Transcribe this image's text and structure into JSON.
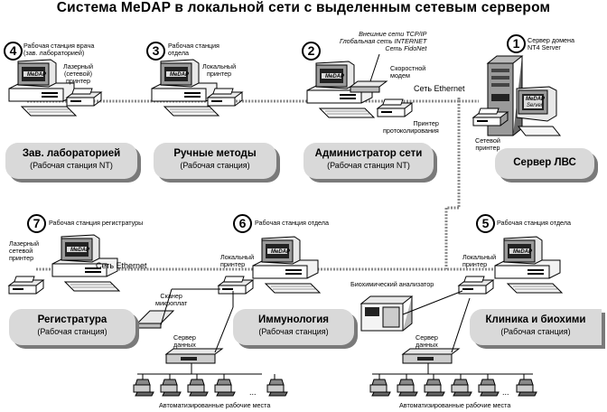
{
  "title": "Система MeDAP в локальной сети с выделенным сетевым сервером",
  "stations": [
    {
      "num": "4",
      "label": "Рабочая станция врача\n(зав. лабораторией)",
      "card_title": "Зав. лабораторией",
      "card_sub": "(Рабочая станция NT)"
    },
    {
      "num": "3",
      "label": "Рабочая станция\nотдела",
      "card_title": "Ручные методы",
      "card_sub": "(Рабочая станция)"
    },
    {
      "num": "2",
      "label": "",
      "card_title": "Администратор сети",
      "card_sub": "(Рабочая станция NT)"
    },
    {
      "num": "1",
      "label": "Сервер домена\nNT4 Server",
      "card_title": "Сервер ЛВС",
      "card_sub": ""
    },
    {
      "num": "7",
      "label": "Рабочая станция регистратуры",
      "card_title": "Регистратура",
      "card_sub": "(Рабочая станция)"
    },
    {
      "num": "6",
      "label": "Рабочая станция отдела",
      "card_title": "Иммунология",
      "card_sub": "(Рабочая станция)"
    },
    {
      "num": "5",
      "label": "Рабочая станция отдела",
      "card_title": "Клиника и биохими",
      "card_sub": "(Рабочая станция)"
    }
  ],
  "labels": {
    "laser_printer_4": "Лазерный\n(сетевой)\nпринтер",
    "local_printer_3": "Локальный\nпринтер",
    "external_nets": "Внешние сети TCP/IP\nГлобальная сеть INTERNET\nСеть FidoNet",
    "modem": "Скоростной\nмодем",
    "protocol_printer": "Принтер\nпротоколирования",
    "net_printer_1": "Сетевой\nпринтер",
    "laser_printer_7": "Лазерный\nсетевой\nпринтер",
    "local_printer_6": "Локальный\nпринтер",
    "local_printer_5": "Локальный\nпринтер",
    "scanner": "Сканер\nмикроплат",
    "data_server_6": "Сервер\nданных",
    "data_server_5": "Сервер\nданных",
    "biochem": "Биохимический анализатор",
    "workplaces_6": "Автоматизированные рабочие места",
    "workplaces_5": "Автоматизированные рабочие места",
    "ethernet_top": "Сеть Ethernet",
    "ethernet_bottom": "Сеть Ethernet",
    "monitor_brand": "MeDAP",
    "server_brand": "MeDAP",
    "server_brand2": "Server",
    "device_brand": "MeDAP",
    "ellipsis": "..."
  }
}
